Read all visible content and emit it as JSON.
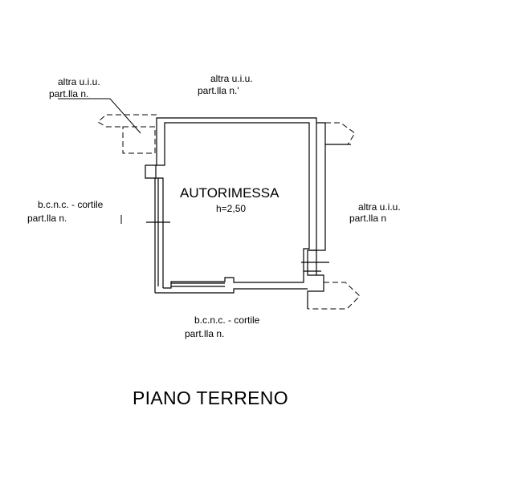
{
  "plan": {
    "room": {
      "name": "AUTORIMESSA",
      "height": "h=2,50"
    },
    "floor_title": "PIANO TERRENO",
    "neighbours": {
      "top_left": {
        "line1": "altra u.i.u.",
        "line2": "part.lla n."
      },
      "top_center": {
        "line1": "altra u.i.u.",
        "line2": "part.lla n.'"
      },
      "left": {
        "line1": "b.c.n.c. - cortile",
        "line2": "part.lla n."
      },
      "right": {
        "line1": "altra u.i.u.",
        "line2": "part.lla n"
      },
      "bottom": {
        "line1": "b.c.n.c. - cortile",
        "line2": "part.lla n."
      }
    }
  }
}
